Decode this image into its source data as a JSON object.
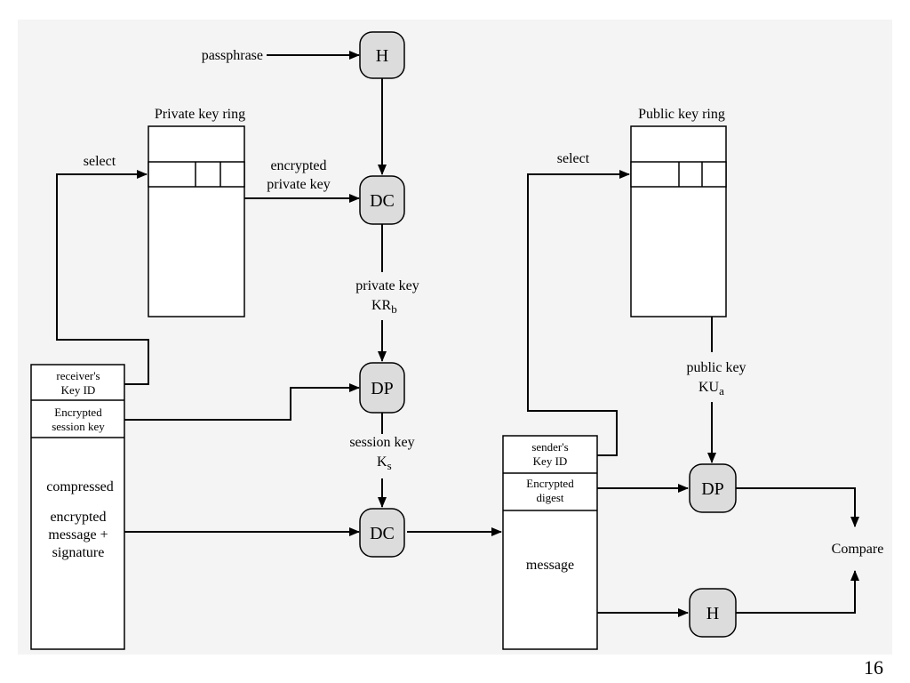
{
  "nodes": {
    "h_top": "H",
    "dc_top": "DC",
    "dp_mid": "DP",
    "dc_bottom": "DC",
    "dp_right": "DP",
    "h_right": "H"
  },
  "labels": {
    "passphrase": "passphrase",
    "private_key_ring": "Private key ring",
    "public_key_ring": "Public key ring",
    "select_left": "select",
    "select_right": "select",
    "encrypted_private_key_1": "encrypted",
    "encrypted_private_key_2": "private key",
    "private_key_1": "private key",
    "private_key_2": "KR",
    "private_key_sub": "b",
    "session_key_1": "session key",
    "session_key_2": "K",
    "session_key_sub": "s",
    "public_key_1": "public key",
    "public_key_2": "KU",
    "public_key_sub": "a",
    "compare": "Compare"
  },
  "message_block": {
    "receivers_key_id_1": "receiver's",
    "receivers_key_id_2": "Key ID",
    "encrypted_session_key_1": "Encrypted",
    "encrypted_session_key_2": "session key",
    "compressed": "compressed",
    "encrypted_message_1": "encrypted",
    "encrypted_message_2": "message +",
    "encrypted_message_3": "signature"
  },
  "signed_block": {
    "senders_key_id_1": "sender's",
    "senders_key_id_2": "Key ID",
    "encrypted_digest_1": "Encrypted",
    "encrypted_digest_2": "digest",
    "message": "message"
  },
  "page_number": "16"
}
